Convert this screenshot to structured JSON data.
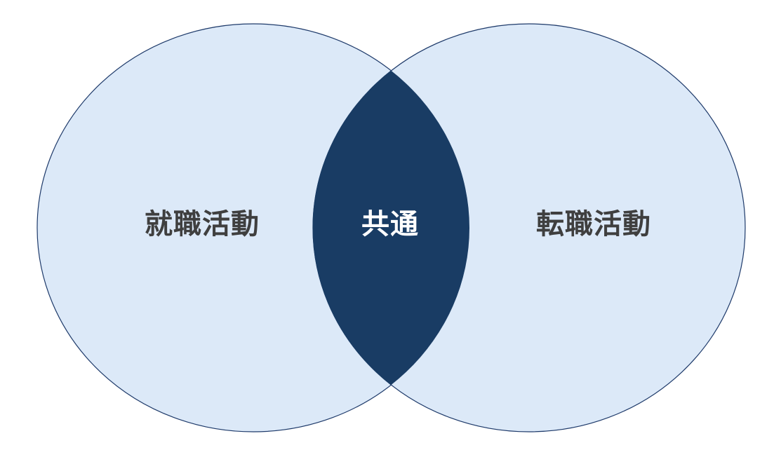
{
  "venn": {
    "left_label": "就職活動",
    "overlap_label": "共通",
    "right_label": "転職活動"
  },
  "colors": {
    "circle_fill": "#dce9f8",
    "circle_stroke": "#1e3a6a",
    "overlap_fill": "#193c64",
    "side_text": "#3f3f3f",
    "overlap_text": "#ffffff"
  }
}
